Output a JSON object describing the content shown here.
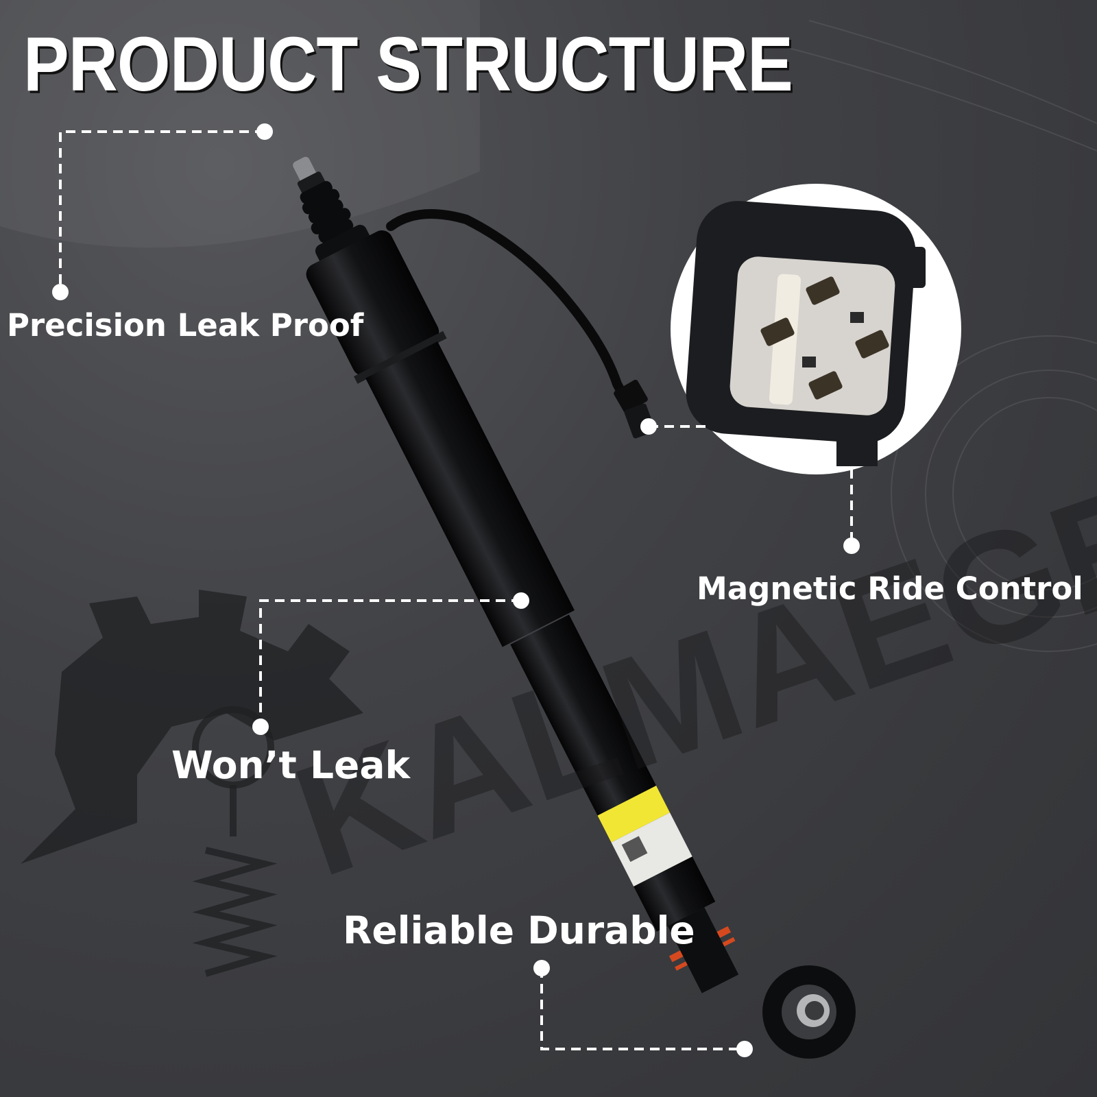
{
  "header": {
    "title": "PRODUCT STRUCTURE"
  },
  "features": {
    "precision": "Precision Leak Proof",
    "magnetic": "Magnetic Ride Control",
    "wont_leak": "Won’t Leak",
    "reliable": "Reliable Durable"
  },
  "brand": {
    "watermark": "KALMAEGEE"
  },
  "colors": {
    "background": "#3a3b3f",
    "text": "#ffffff",
    "shock_body": "#111214",
    "label_yellow": "#f2e635",
    "stripe_orange": "#d6491f"
  }
}
